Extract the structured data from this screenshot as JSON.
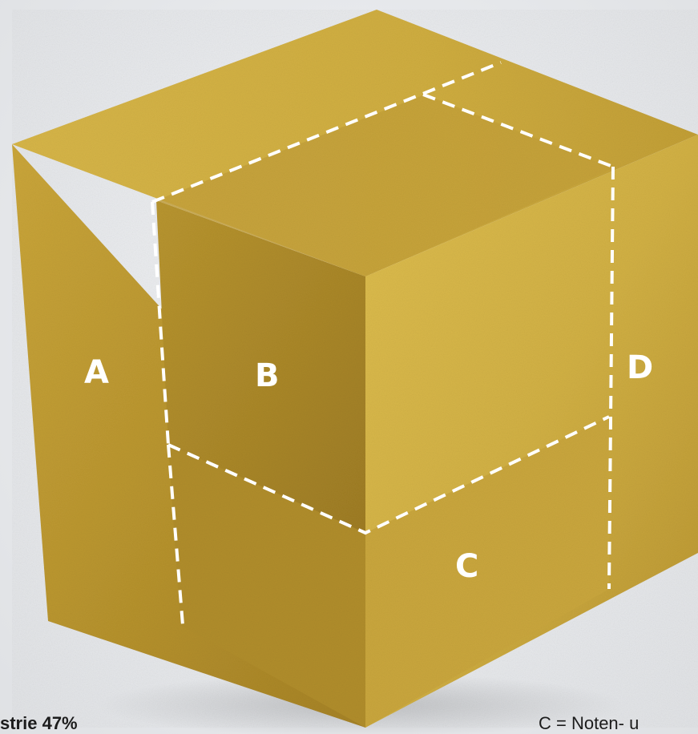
{
  "faces": {
    "a": "A",
    "b": "B",
    "c": "C",
    "d": "D"
  },
  "captions": {
    "left": "strie 47%",
    "right": "C = Noten- u"
  },
  "colors": {
    "gold_light": "#d8b849",
    "gold_mid": "#c9a53a",
    "gold_dark": "#a9852a",
    "dash": "#ffffff"
  }
}
